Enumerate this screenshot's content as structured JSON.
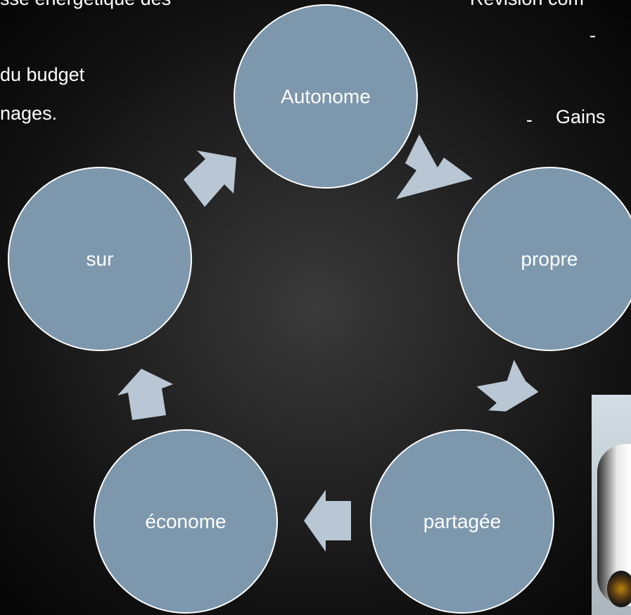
{
  "background_text": {
    "top_left_line1": "sse énergétique des",
    "top_left_line2": "du budget",
    "top_left_line3": "nages.",
    "top_right_line1": "Révision com",
    "top_right_dash1": "-",
    "top_right_dash2": "-",
    "top_right_gains": "Gains"
  },
  "diagram": {
    "nodes": [
      {
        "id": "autonome",
        "label": "Autonome"
      },
      {
        "id": "propre",
        "label": "propre"
      },
      {
        "id": "partagee",
        "label": "partagée"
      },
      {
        "id": "econome",
        "label": "économe"
      },
      {
        "id": "sur",
        "label": "sur"
      }
    ],
    "cycle": [
      "autonome",
      "propre",
      "partagee",
      "econome",
      "sur",
      "autonome"
    ],
    "colors": {
      "node_fill": "#7d97ad",
      "node_stroke": "#ffffff",
      "arrow_fill": "#b9c7d4"
    }
  },
  "photo": {
    "icon": "vehicle-photo"
  }
}
